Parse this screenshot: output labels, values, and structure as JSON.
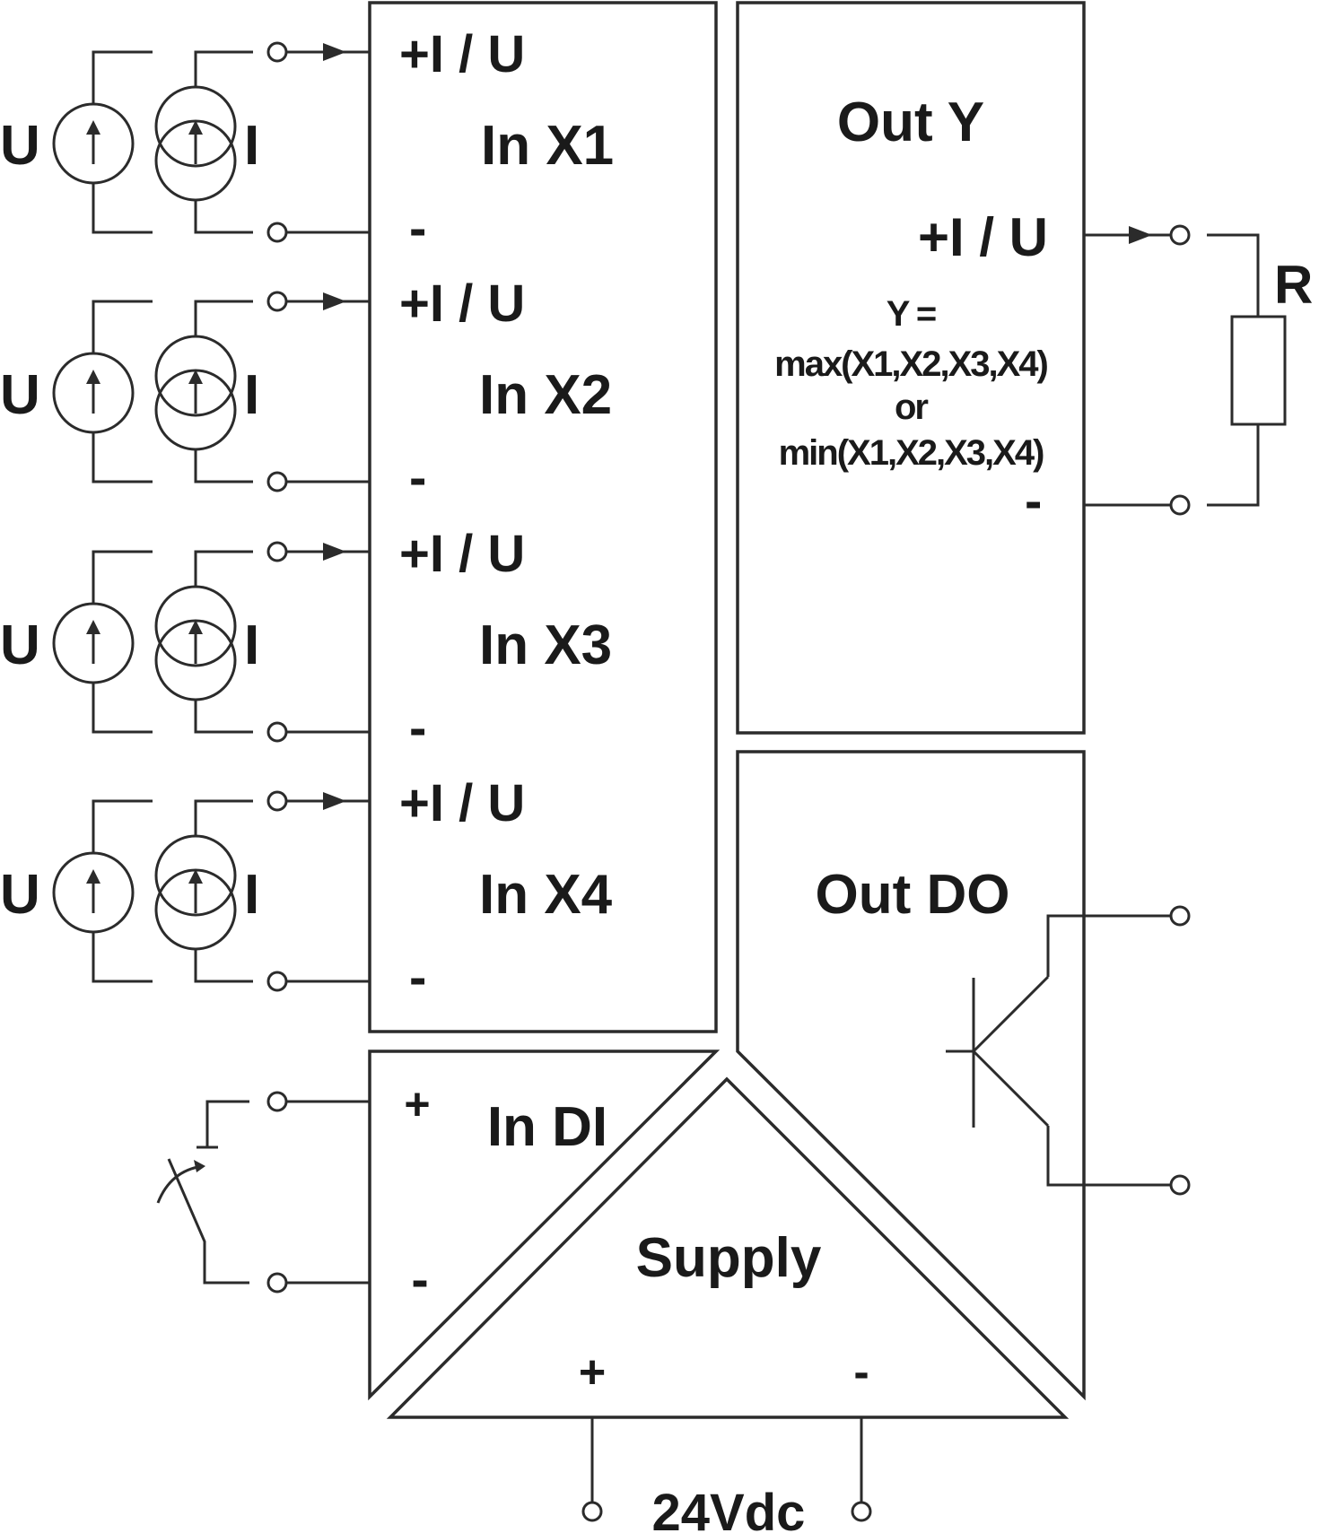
{
  "inputs": [
    {
      "channel": "In X1",
      "plus": "+I / U",
      "minus": "-",
      "voltage_source": "U",
      "current_source": "I"
    },
    {
      "channel": "In X2",
      "plus": "+I / U",
      "minus": "-",
      "voltage_source": "U",
      "current_source": "I"
    },
    {
      "channel": "In X3",
      "plus": "+I / U",
      "minus": "-",
      "voltage_source": "U",
      "current_source": "I"
    },
    {
      "channel": "In X4",
      "plus": "+I / U",
      "minus": "-",
      "voltage_source": "U",
      "current_source": "I"
    }
  ],
  "out_y": {
    "title": "Out Y",
    "plus": "+I / U",
    "minus": "-",
    "formula": [
      "Y =",
      "max(X1,X2,X3,X4)",
      "or",
      "min(X1,X2,X3,X4)"
    ],
    "load": "R"
  },
  "out_do": {
    "title": "Out DO"
  },
  "in_di": {
    "title": "In DI",
    "plus": "+",
    "minus": "-"
  },
  "supply": {
    "title": "Supply",
    "plus": "+",
    "minus": "-",
    "voltage": "24Vdc"
  },
  "colors": {
    "line": "#2b2b2b",
    "text": "#1a1a1a",
    "background": "#ffffff"
  }
}
